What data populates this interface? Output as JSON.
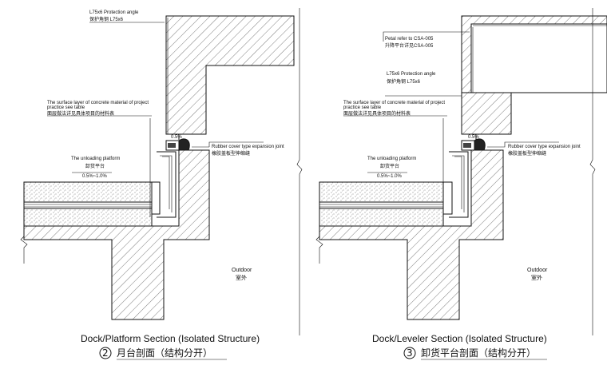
{
  "left": {
    "protection_angle_en": "L75x6 Protection angle",
    "protection_angle_cn": "保护角钢 L75x6",
    "surface_note_en_1": "The surface layer of concrete material of project",
    "surface_note_en_2": "practice see table",
    "surface_note_cn": "面层做法详见具体项目的材料表",
    "rubber_joint_en": "Rubber cover type expansion joint",
    "rubber_joint_cn": "橡胶盖板型伸缩缝",
    "slope_top": "0.5%",
    "platform_en": "The unloading platform",
    "platform_cn": "卸货平台",
    "platform_slope": "0.5%~1.0%",
    "outdoor_en": "Outdoor",
    "outdoor_cn": "室外",
    "title_en": "Dock/Platform Section (Isolated Structure)",
    "title_num": "2",
    "title_cn": "月台剖面（结构分开）"
  },
  "right": {
    "petal_en": "Petal refer to CSA-005",
    "petal_cn": "升降平台详见CSA-005",
    "protection_angle_en": "L75x6 Protection angle",
    "protection_angle_cn": "保护角钢 L75x6",
    "surface_note_en_1": "The surface layer of concrete material of project",
    "surface_note_en_2": "practice see table",
    "surface_note_cn": "面层做法详见具体项目的材料表",
    "rubber_joint_en": "Rubber cover type expansion joint",
    "rubber_joint_cn": "橡胶盖板型伸缩缝",
    "slope_top": "0.5%",
    "platform_en": "The unloading platform",
    "platform_cn": "卸货平台",
    "platform_slope": "0.5%~1.0%",
    "outdoor_en": "Outdoor",
    "outdoor_cn": "室外",
    "title_en": "Dock/Leveler Section (Isolated Structure)",
    "title_num": "3",
    "title_cn": "卸货平台剖面（结构分开）"
  }
}
